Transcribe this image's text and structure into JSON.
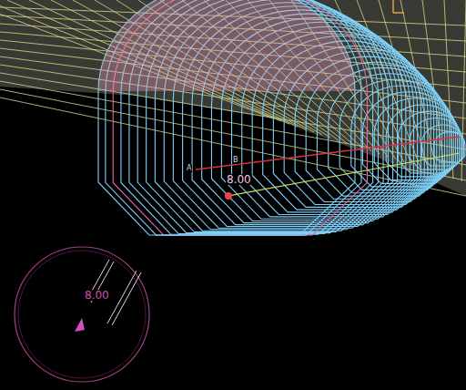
{
  "diagram": {
    "labels": [
      "A",
      "B",
      "8.00",
      "8.00"
    ]
  }
}
